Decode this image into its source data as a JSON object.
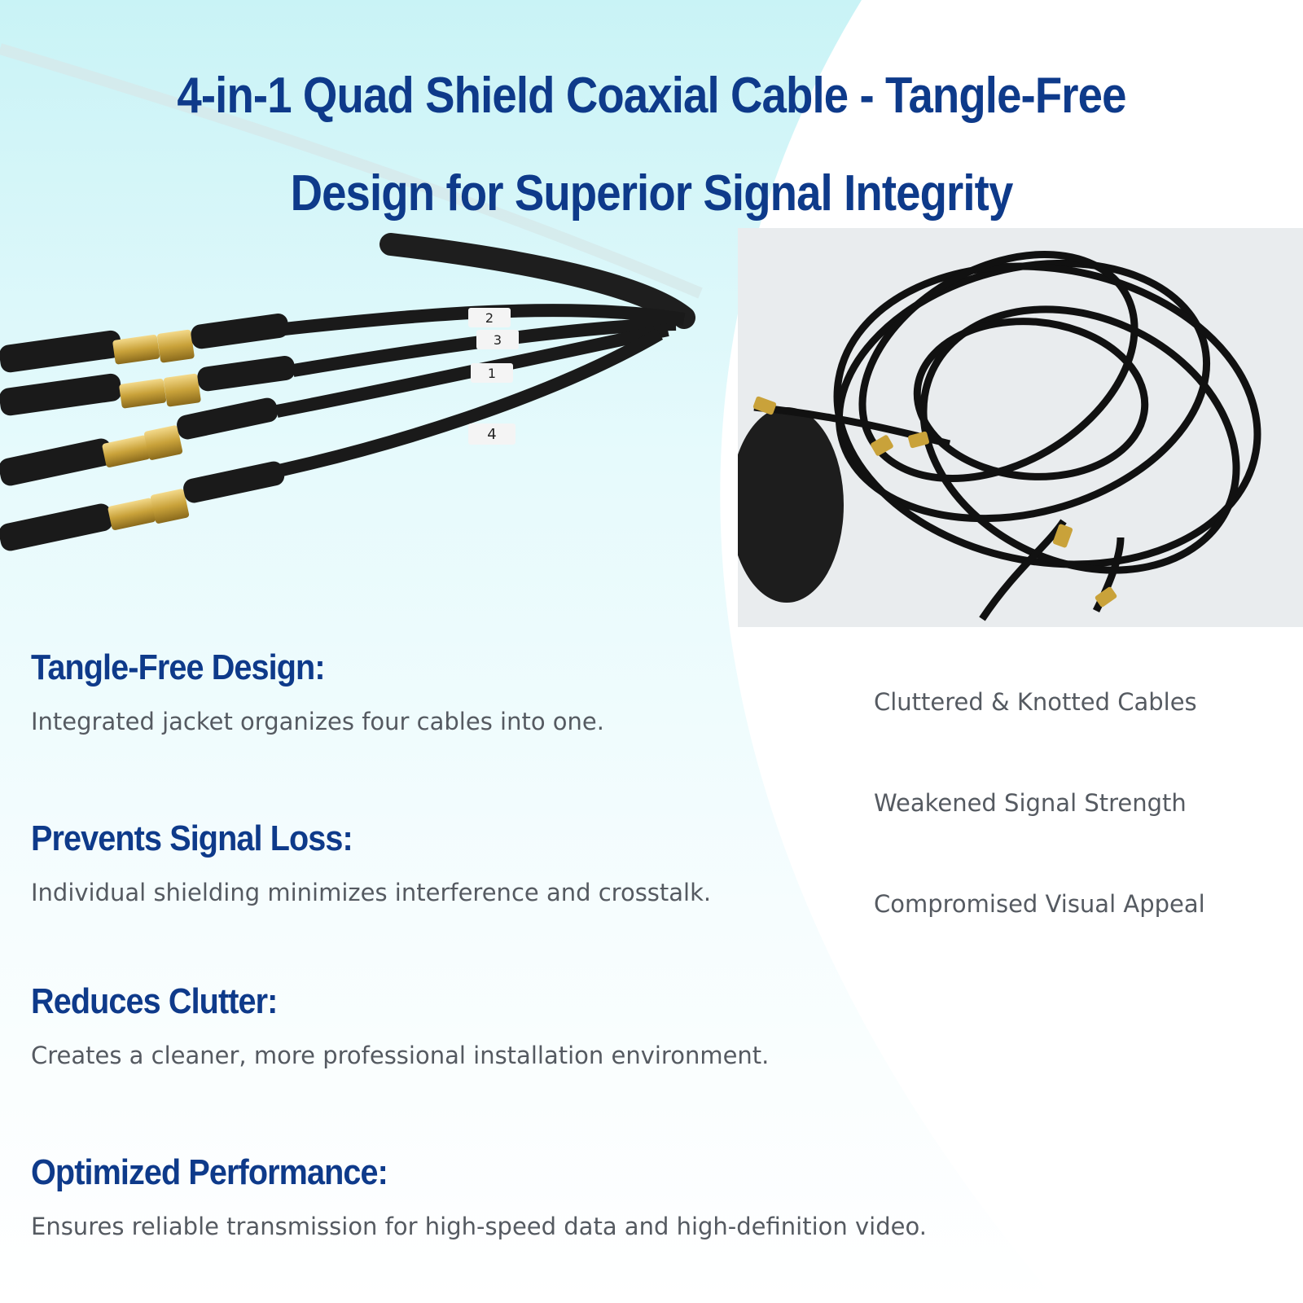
{
  "header": {
    "title_line1": "4-in-1 Quad Shield Coaxial Cable - Tangle-Free",
    "title_line2": "Design for Superior Signal Integrity"
  },
  "product_photo": {
    "cable_labels": [
      "2",
      "3",
      "1",
      "4"
    ]
  },
  "features": [
    {
      "heading": "Tangle-Free Design:",
      "text": "Integrated jacket organizes four cables into one."
    },
    {
      "heading": "Prevents Signal Loss:",
      "text": "Individual shielding minimizes interference and crosstalk."
    },
    {
      "heading": "Reduces Clutter:",
      "text": "Creates a cleaner, more professional installation environment."
    },
    {
      "heading": "Optimized Performance:",
      "text": "Ensures reliable transmission for high-speed data and high-definition video."
    }
  ],
  "drawbacks": [
    "Cluttered & Knotted Cables",
    "Weakened Signal Strength",
    "Compromised Visual Appeal"
  ],
  "colors": {
    "heading_blue": "#0e3a8a",
    "body_gray": "#555a61",
    "bg_cyan": "#c9f3f6",
    "connector_gold": "#c9a23a",
    "cable_black": "#1a1a1a"
  }
}
